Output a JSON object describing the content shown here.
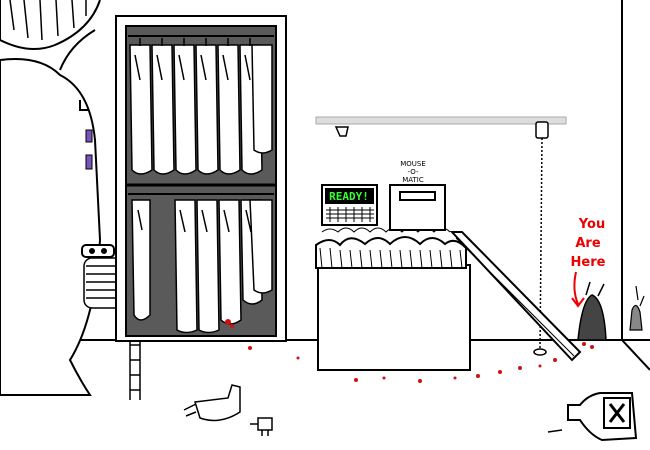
{
  "scene": {
    "colors": {
      "ink": "#000000",
      "wall": "#ffffff",
      "closet_interior": "#5a5a5a",
      "blood": "#cc1111",
      "display_green": "#33ff33",
      "annotation_red": "#ee0000",
      "grey_wall": "#e6e6e6"
    },
    "machine": {
      "status_display": "READY!",
      "brand_line1": "MOUSE",
      "brand_line2": "-O-",
      "brand_line3": "MATIC"
    },
    "annotation": {
      "line1": "You",
      "line2": "Are",
      "line3": "Here"
    },
    "icons": {
      "skull": "skull-icon",
      "x_mark": "poison-x-icon"
    }
  }
}
